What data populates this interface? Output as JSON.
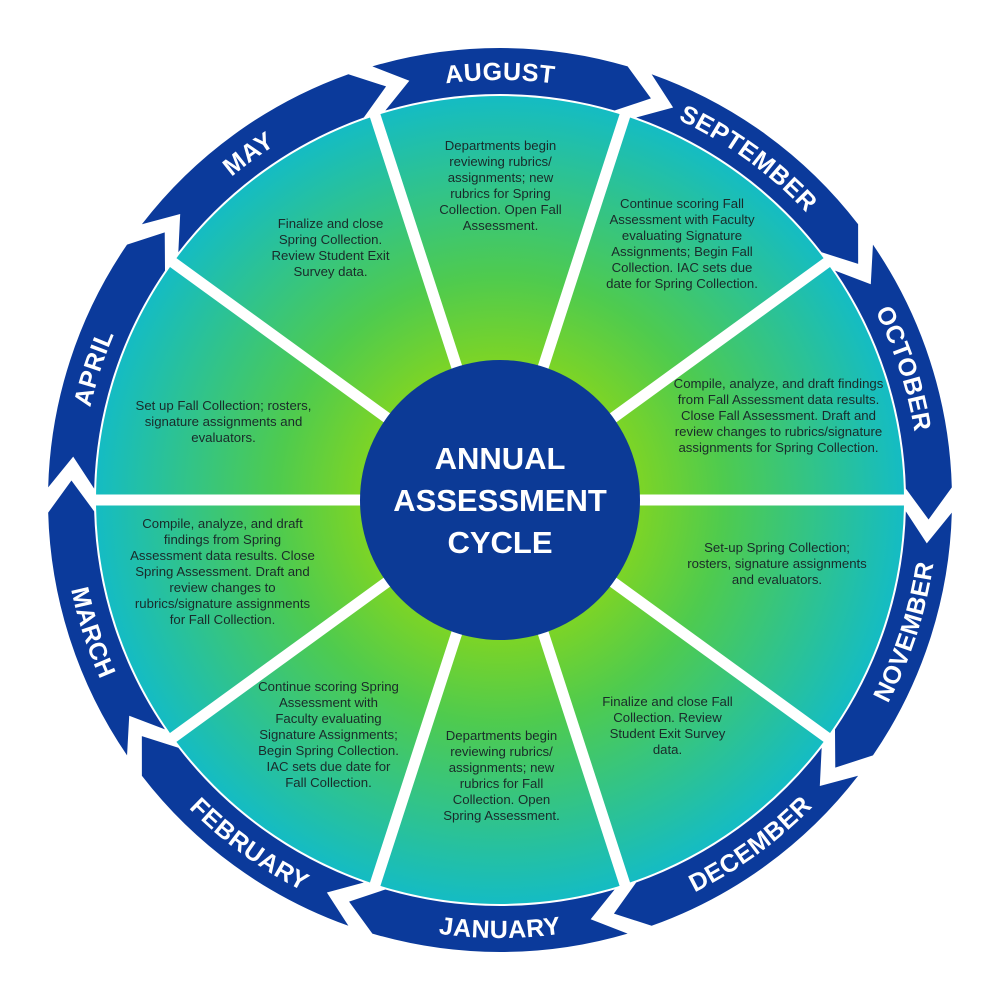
{
  "title": "ANNUAL ASSESSMENT CYCLE",
  "center": {
    "lines": [
      "ANNUAL",
      "ASSESSMENT",
      "CYCLE"
    ]
  },
  "colors": {
    "ring_blue": "#0b3a9b",
    "center_blue": "#0c3a96",
    "gradient_inner": "#86d61e",
    "gradient_outer": "#14bcc4",
    "divider": "#ffffff",
    "text": "#1a2a2a"
  },
  "segments": [
    {
      "month": "AUGUST",
      "text": "Departments begin reviewing rubrics/ assignments; new rubrics for Spring Collection. Open Fall Assessment."
    },
    {
      "month": "SEPTEMBER",
      "text": "Continue scoring Fall Assessment with Faculty evaluating Signature Assignments; Begin Fall Collection. IAC sets due date for Spring Collection."
    },
    {
      "month": "OCTOBER",
      "text": "Compile, analyze, and draft findings from Fall Assessment data results. Close Fall Assessment. Draft and review changes to rubrics/signature assignments for Spring Collection."
    },
    {
      "month": "NOVEMBER",
      "text": "Set-up Spring Collection; rosters, signature assignments and evaluators."
    },
    {
      "month": "DECEMBER",
      "text": "Finalize and close Fall Collection. Review Student Exit Survey data."
    },
    {
      "month": "JANUARY",
      "text": "Departments begin reviewing rubrics/ assignments; new rubrics for Fall Collection. Open Spring Assessment."
    },
    {
      "month": "FEBRUARY",
      "text": "Continue scoring Spring Assessment with Faculty evaluating Signature Assignments; Begin Spring Collection. IAC sets due date for Fall Collection."
    },
    {
      "month": "MARCH",
      "text": "Compile, analyze, and draft findings from Spring Assessment data results. Close Spring Assessment. Draft and review changes to rubrics/signature assignments for Fall Collection."
    },
    {
      "month": "APRIL",
      "text": "Set up Fall Collection; rosters, signature assignments and evaluators."
    },
    {
      "month": "MAY",
      "text": "Finalize and close Spring Collection. Review Student Exit Survey data."
    }
  ]
}
